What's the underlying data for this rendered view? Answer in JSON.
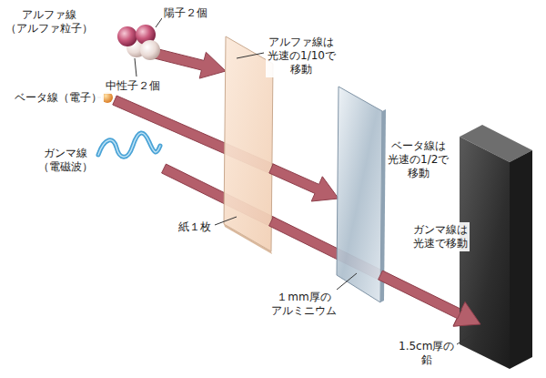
{
  "diagram": {
    "labels": [
      "アルファ線 （アルファ粒子）",
      "陽子２個",
      "中性子２個",
      "アルファ線は 光速の1/10で 移動",
      "ベータ線（電子）",
      "ガンマ線 （電磁波）",
      "ベータ線は 光速の1/2で 移動",
      "ガンマ線は 光速で移動",
      "紙１枚",
      "１mm厚の アルミニウム",
      "1.5cm厚の 鉛"
    ]
  }
}
